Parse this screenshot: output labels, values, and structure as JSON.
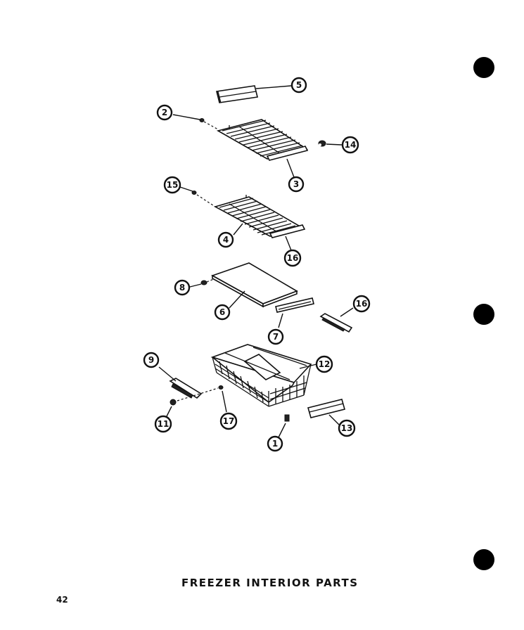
{
  "caption": "FREEZER  INTERIOR  PARTS",
  "page_number": "42",
  "callouts": {
    "c1": "1",
    "c2": "2",
    "c3": "3",
    "c4": "4",
    "c5": "5",
    "c6": "6",
    "c7": "7",
    "c8": "8",
    "c9": "9",
    "c11": "11",
    "c12": "12",
    "c13": "13",
    "c14": "14",
    "c15": "15",
    "c16a": "16",
    "c16b": "16",
    "c17": "17"
  },
  "colors": {
    "ink": "#111111",
    "paper": "#ffffff"
  }
}
